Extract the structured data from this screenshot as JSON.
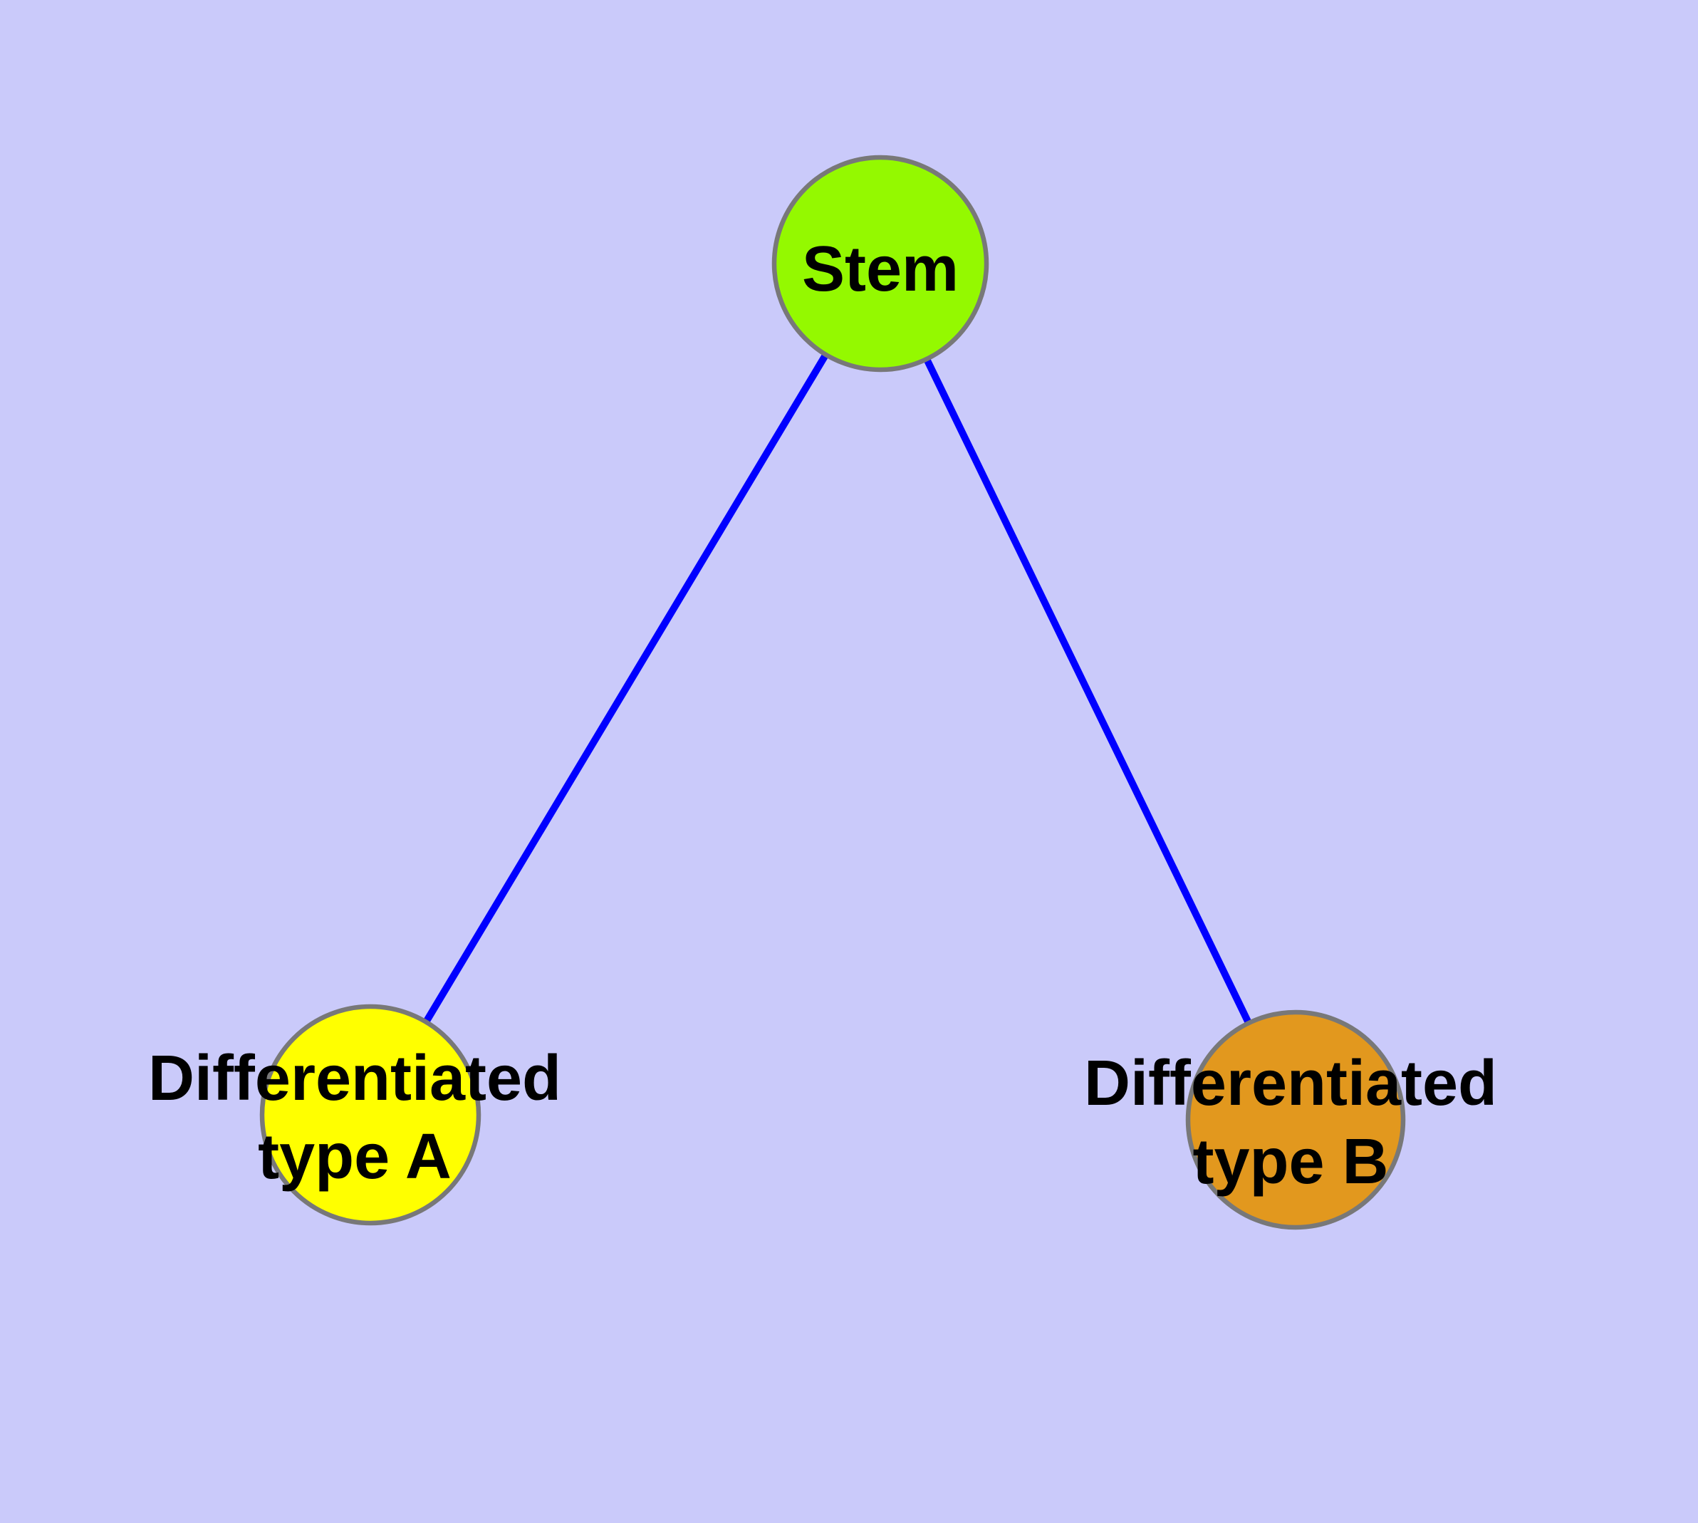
{
  "diagram": {
    "title": "Stem cell differentiation diagram",
    "background_color": "#CACAFA",
    "edge_color": "#0000FF",
    "node_border_color": "#787878",
    "label_color": "#000000",
    "nodes": [
      {
        "id": "stem",
        "label": "Stem",
        "label_lines": {
          "0": "Stem"
        },
        "fill": "#94F900"
      },
      {
        "id": "type-a",
        "label": "Differentiated type A",
        "label_lines": {
          "0": "Differentiated",
          "1": "type A"
        },
        "fill": "#FFFF00"
      },
      {
        "id": "type-b",
        "label": "Differentiated type B",
        "label_lines": {
          "0": "Differentiated",
          "1": "type B"
        },
        "fill": "#E2981E"
      }
    ],
    "edges": [
      {
        "from": "stem",
        "to": "type-a"
      },
      {
        "from": "stem",
        "to": "type-b"
      }
    ]
  }
}
